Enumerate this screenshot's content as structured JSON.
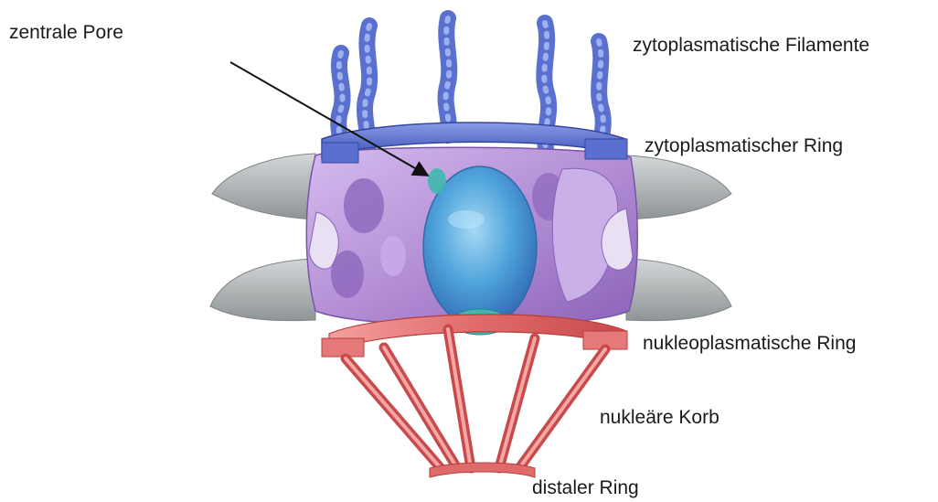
{
  "labels": {
    "central_pore": "zentrale Pore",
    "cytoplasmic_filaments": "zytoplasmatische Filamente",
    "cytoplasmic_ring": "zytoplasmatischer Ring",
    "nucleoplasmic_ring": "nukleoplasmatische Ring",
    "nuclear_basket": "nukleäre Korb",
    "distal_ring": "distaler Ring"
  },
  "colors": {
    "text": "#1a1a1a",
    "membrane": "#b9bdbf",
    "spoke_body": "#b48fd6",
    "cytoplasmic_ring": "#5a6fd0",
    "filaments": "#6f86d6",
    "central_transporter": "#4aa6dc",
    "nucleoplasmic_ring": "#e06a6a",
    "basket": "#e46a6a"
  }
}
